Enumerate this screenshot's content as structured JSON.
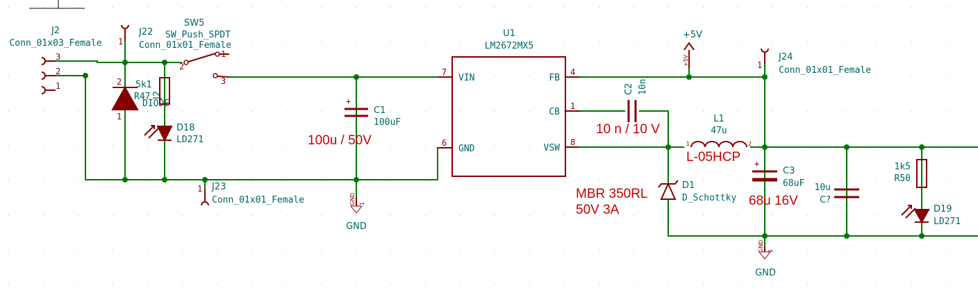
{
  "colors": {
    "wire": "#007800",
    "body": "#840000",
    "text": "#006464",
    "note": "#c80000"
  },
  "components": {
    "j2": {
      "ref": "J2",
      "value": "Conn_01x03_Female",
      "pins": [
        "3",
        "2",
        "1"
      ]
    },
    "j22": {
      "ref": "J22",
      "value": "Conn_01x01_Female",
      "pin": "1"
    },
    "sw5": {
      "ref": "SW5",
      "value": "SW_Push_SPDT",
      "pins": [
        "1",
        "2",
        "3"
      ]
    },
    "u1": {
      "ref": "U1",
      "value": "LM2672MX5",
      "pins": {
        "vin_num": "7",
        "vin": "VIN",
        "gnd_num": "6",
        "gnd": "GND",
        "fb_num": "4",
        "fb": "FB",
        "cb_num": "1",
        "cb": "CB",
        "vsw_num": "8",
        "vsw": "VSW"
      }
    },
    "pwr5v": {
      "value": "+5V",
      "rotated": "+5V"
    },
    "j24": {
      "ref": "J24",
      "value": "Conn_01x01_Female",
      "pin": "1"
    },
    "r47": {
      "ref": "R47",
      "value": "5k1",
      "pins": [
        "1",
        "2"
      ]
    },
    "diode": {
      "value": "DIODE",
      "ref": "J2"
    },
    "d18": {
      "ref": "D18",
      "value": "LD271"
    },
    "j23": {
      "ref": "J23",
      "value": "Conn_01x01_Female",
      "pin": "1"
    },
    "c1": {
      "ref": "C1",
      "value": "100uF"
    },
    "gnd1": {
      "value": "GND",
      "rotated": "GND",
      "pin": "1"
    },
    "c2": {
      "ref": "C2",
      "value": "10n"
    },
    "l1": {
      "ref": "L1",
      "value": "47u",
      "pin1": "1",
      "pin2": "2"
    },
    "d1": {
      "ref": "D1",
      "value": "D_Schottky"
    },
    "c3": {
      "ref": "C3",
      "value": "68uF"
    },
    "cq": {
      "ref": "C?",
      "value": "10u"
    },
    "r50": {
      "ref": "R50",
      "value": "1k5"
    },
    "d19": {
      "ref": "D19",
      "value": "LD271"
    },
    "gnd2": {
      "value": "GND",
      "rotated": "GND",
      "pin": "1"
    }
  },
  "notes": {
    "c1": "100u / 50V",
    "c2": "10 n / 10 V",
    "l1": "L-05HCP",
    "d1_line1": "MBR 350RL",
    "d1_line2": "50V 3A",
    "c3": "68u 16V"
  }
}
